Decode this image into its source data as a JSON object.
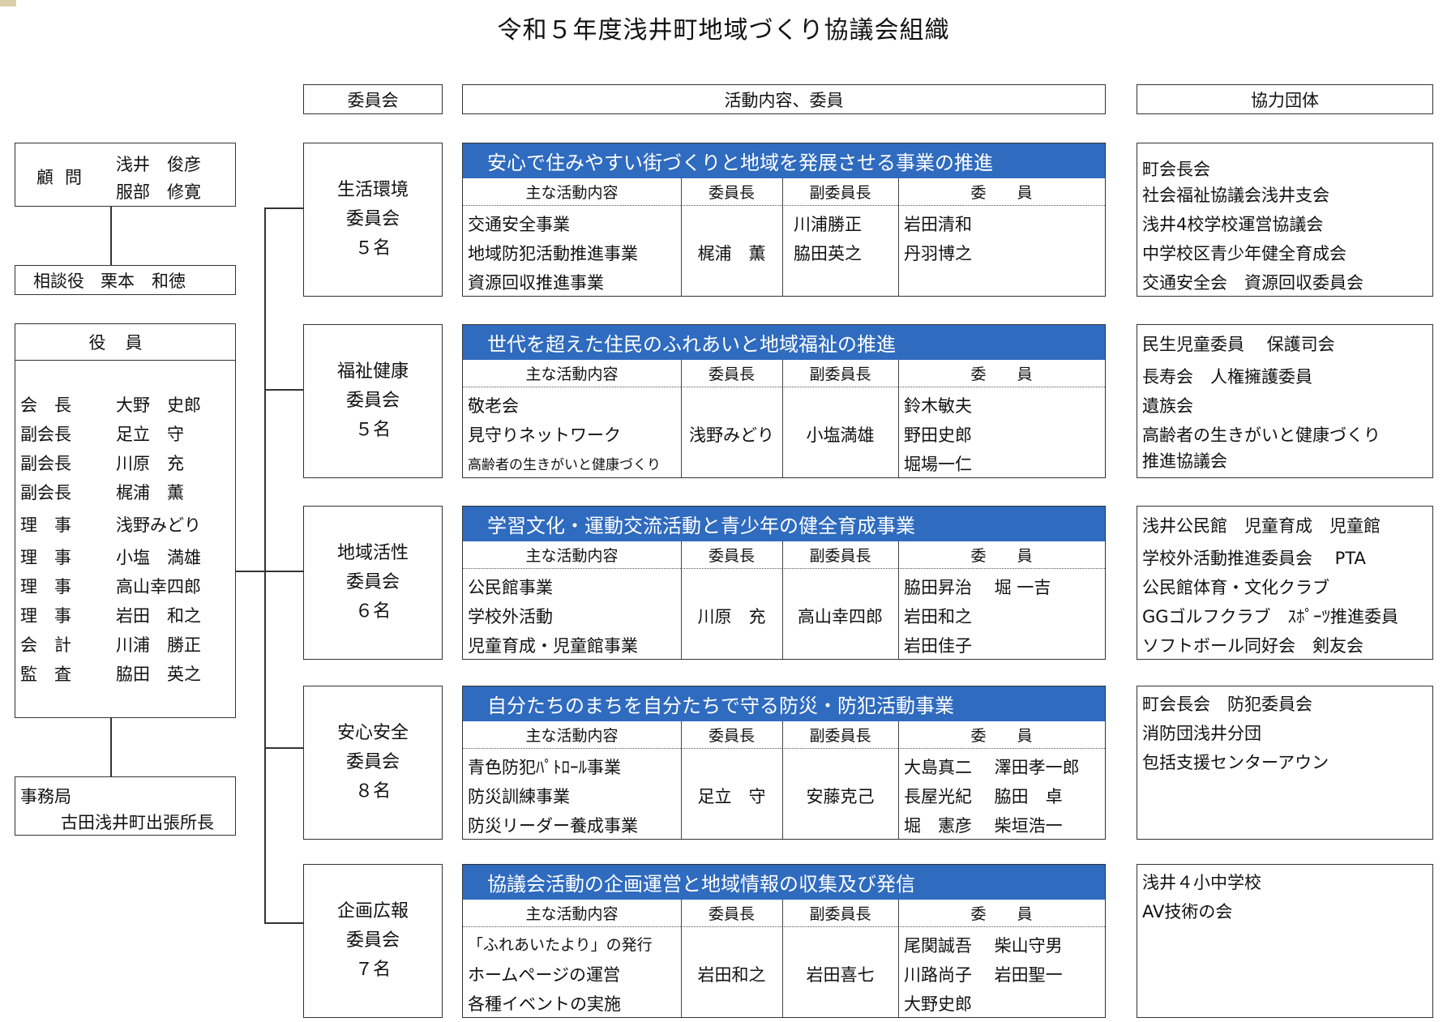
{
  "title": "令和５年度浅井町地域づくり協議会組織",
  "headers": {
    "committee": "委員会",
    "activity": "活動内容、委員",
    "partners": "協力団体"
  },
  "advisors": {
    "role": "顧問",
    "names": [
      "浅井　俊彦",
      "服部　修寛"
    ]
  },
  "consultant": {
    "role": "相談役",
    "name": "栗本　和徳"
  },
  "officers": {
    "heading": "役員",
    "rows": [
      {
        "role": "会　長",
        "name": "大野　史郎"
      },
      {
        "role": "副会長",
        "name": "足立　守"
      },
      {
        "role": "副会長",
        "name": "川原　充"
      },
      {
        "role": "副会長",
        "name": "梶浦　薫"
      },
      {
        "role": "理　事",
        "name": "浅野みどり"
      },
      {
        "role": "理　事",
        "name": "小塩　満雄"
      },
      {
        "role": "理　事",
        "name": "高山幸四郎"
      },
      {
        "role": "理　事",
        "name": "岩田　和之"
      },
      {
        "role": "会　計",
        "name": "川浦　勝正"
      },
      {
        "role": "監　査",
        "name": "脇田　英之"
      }
    ]
  },
  "office": {
    "line1": "事務局",
    "line2": "古田浅井町出張所長"
  },
  "column_labels": {
    "activity": "主な活動内容",
    "chair": "委員長",
    "vice": "副委員長",
    "members": "委　　員"
  },
  "committees": [
    {
      "name": "生活環境",
      "sub": "委員会",
      "count": "５名",
      "banner": "安心で住みやすい街づくりと地域を発展させる事業の推進",
      "activities": [
        "交通安全事業",
        "地域防犯活動推進事業",
        "資源回収推進事業"
      ],
      "chair": "梶浦　薫",
      "vice": [
        "川浦勝正",
        "脇田英之"
      ],
      "members": [
        "岩田清和",
        "丹羽博之"
      ],
      "partners": [
        "町会長会",
        "社会福祉協議会浅井支会",
        "浅井4校学校運営協議会",
        "中学校区青少年健全育成会",
        "交通安全会　資源回収委員会"
      ]
    },
    {
      "name": "福祉健康",
      "sub": "委員会",
      "count": "５名",
      "banner": "世代を超えた住民のふれあいと地域福祉の推進",
      "activities": [
        "敬老会",
        "見守りネットワーク",
        "高齢者の生きがいと健康づくり"
      ],
      "chair": "浅野みどり",
      "vice": [
        "小塩満雄"
      ],
      "members": [
        "鈴木敏夫",
        "野田史郎",
        "堀場一仁"
      ],
      "partners": [
        "民生児童委員　 保護司会",
        "長寿会　人権擁護委員",
        "遺族会",
        "高齢者の生きがいと健康づくり",
        "推進協議会"
      ]
    },
    {
      "name": "地域活性",
      "sub": "委員会",
      "count": "６名",
      "banner": "学習文化・運動交流活動と青少年の健全育成事業",
      "activities": [
        "公民館事業",
        "学校外活動",
        "児童育成・児童館事業"
      ],
      "chair": "川原　充",
      "vice": [
        "高山幸四郎"
      ],
      "members": [
        "脇田昇治　 堀 一吉",
        "岩田和之",
        "岩田佳子"
      ],
      "partners": [
        "浅井公民館　児童育成　児童館",
        "学校外活動推進委員会　 PTA",
        "公民館体育・文化クラブ",
        "GGゴルフクラブ　ｽﾎﾟｰﾂ推進委員",
        "ソフトボール同好会　剣友会"
      ]
    },
    {
      "name": "安心安全",
      "sub": "委員会",
      "count": "８名",
      "banner": "自分たちのまちを自分たちで守る防災・防犯活動事業",
      "activities": [
        "青色防犯ﾊﾟﾄﾛｰﾙ事業",
        "防災訓練事業",
        "防災リーダー養成事業"
      ],
      "chair": "足立　守",
      "vice": [
        "安藤克己"
      ],
      "members": [
        "大島真二　 澤田孝一郎",
        "長屋光紀　 脇田　卓",
        "堀　憲彦　 柴垣浩一"
      ],
      "partners": [
        "町会長会　防犯委員会",
        "消防団浅井分団",
        "包括支援センターアウン"
      ]
    },
    {
      "name": "企画広報",
      "sub": "委員会",
      "count": "７名",
      "banner": "協議会活動の企画運営と地域情報の収集及び発信",
      "activities": [
        "「ふれあいたより」の発行",
        "ホームページの運営",
        "各種イベントの実施"
      ],
      "chair": "岩田和之",
      "vice": [
        "岩田喜七"
      ],
      "members": [
        "尾関誠吾　 柴山守男",
        "川路尚子　 岩田聖一",
        "大野史郎"
      ],
      "partners": [
        "浅井４小中学校",
        "AV技術の会"
      ]
    }
  ]
}
